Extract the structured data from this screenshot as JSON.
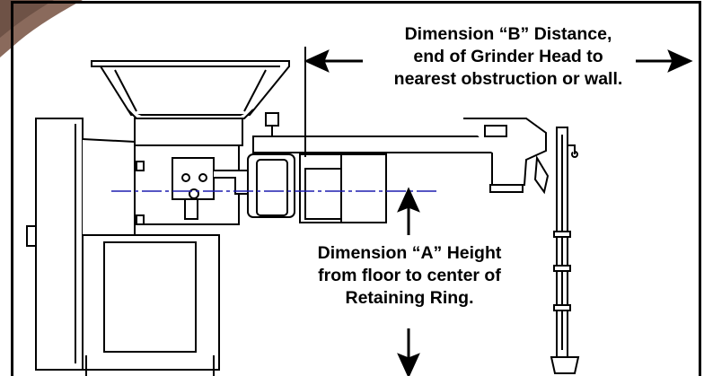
{
  "annotations": {
    "dimension_b": {
      "lines": [
        "Dimension “B” Distance,",
        "end of Grinder Head to",
        "nearest obstruction or wall."
      ]
    },
    "dimension_a": {
      "lines": [
        "Dimension “A” Height",
        "from floor to center of",
        "Retaining Ring."
      ]
    }
  },
  "colors": {
    "line": "#000000",
    "centerline": "#1f1fb0",
    "photo_corner": "#8a6a5c",
    "background": "#ffffff"
  }
}
